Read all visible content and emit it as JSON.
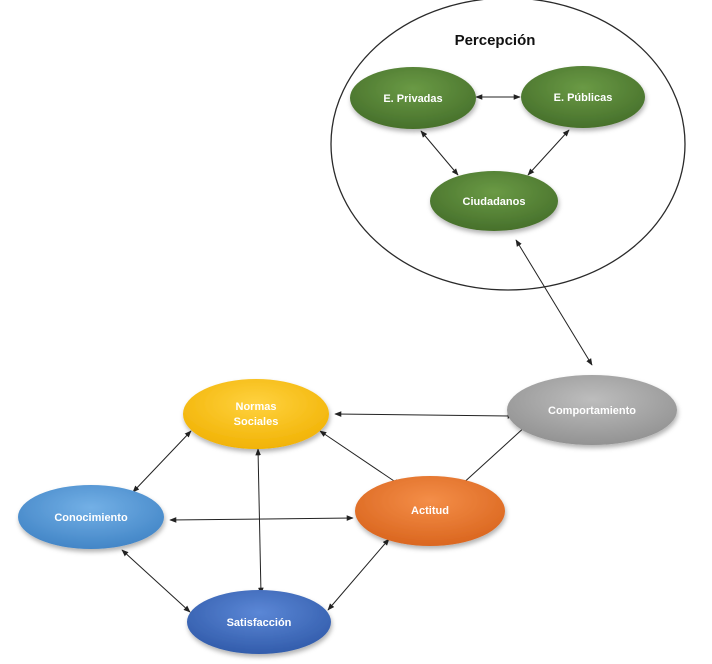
{
  "diagram": {
    "group_title": "Percepción",
    "nodes": {
      "privadas": {
        "label": "E. Privadas",
        "color": "#548235"
      },
      "publicas": {
        "label": "E. Públicas",
        "color": "#548235"
      },
      "ciudadanos": {
        "label": "Ciudadanos",
        "color": "#548235"
      },
      "normas": {
        "label1": "Normas",
        "label2": "Sociales",
        "color": "#ffc000"
      },
      "comportamiento": {
        "label": "Comportamiento",
        "color": "#a6a6a6"
      },
      "conocimiento": {
        "label": "Conocimiento",
        "color": "#5b9bd5"
      },
      "actitud": {
        "label": "Actitud",
        "color": "#ed7d31"
      },
      "satisfaccion": {
        "label": "Satisfacción",
        "color": "#4472c4"
      }
    }
  }
}
